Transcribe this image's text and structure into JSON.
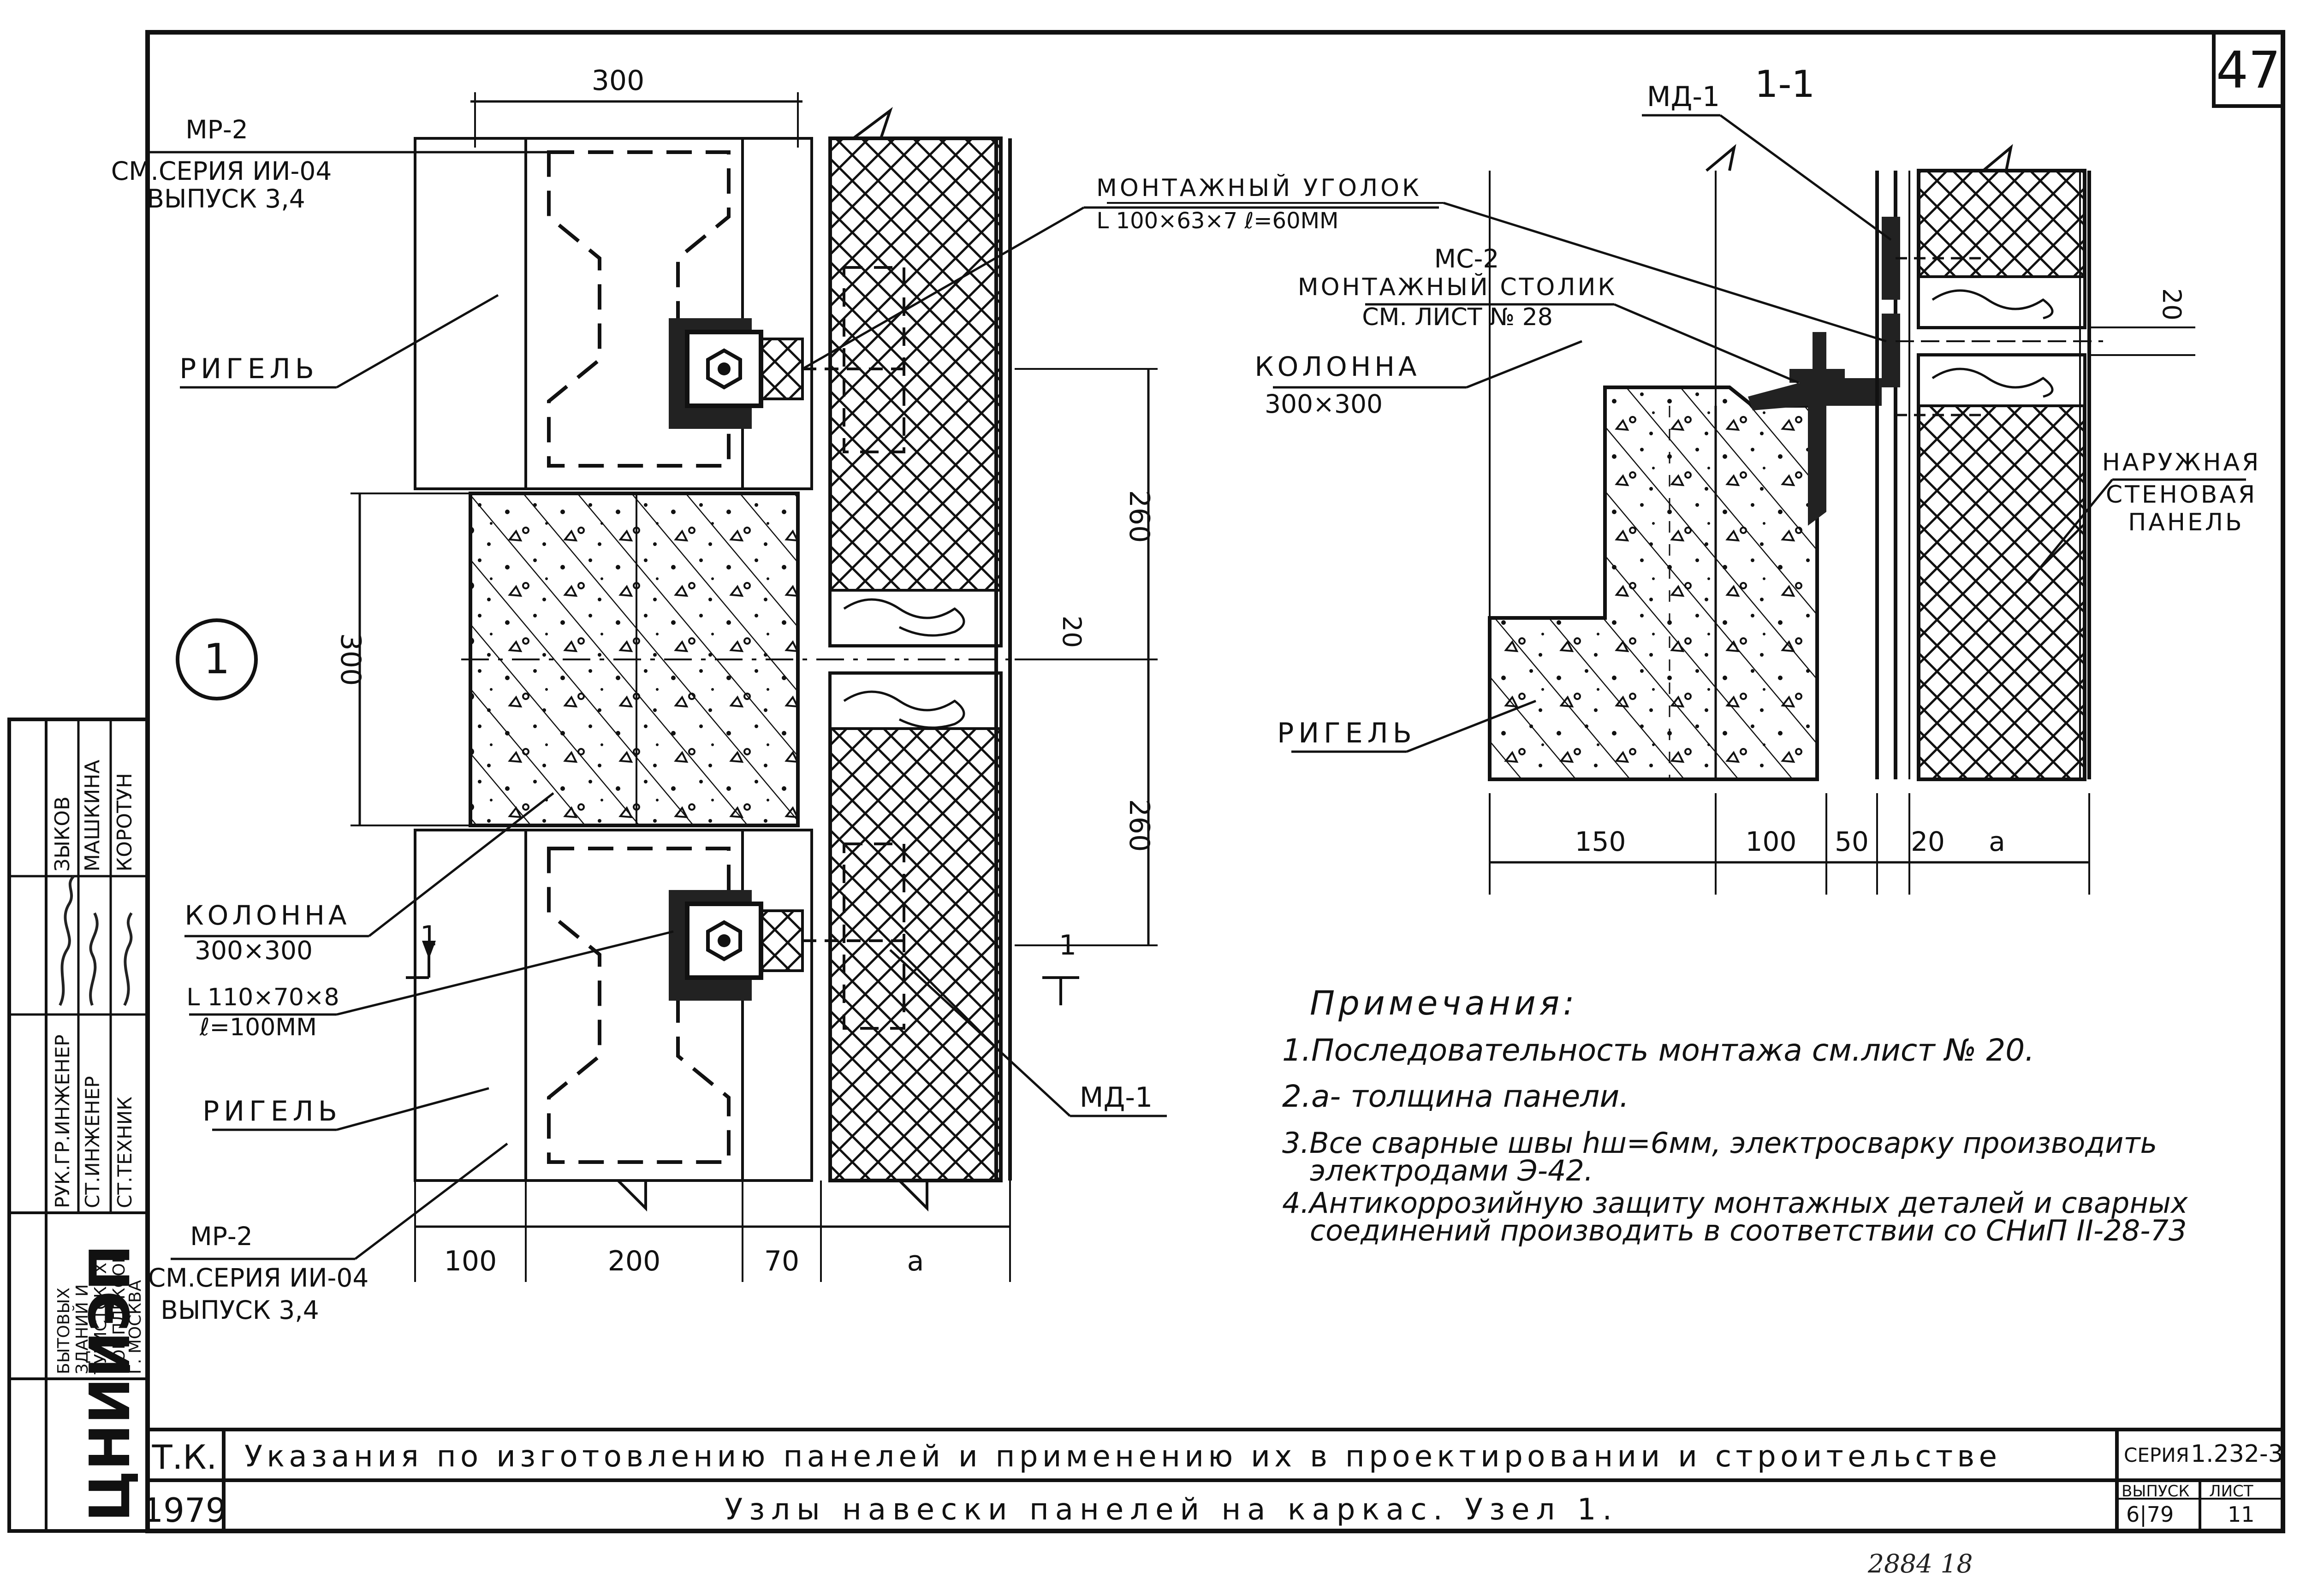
{
  "sheet": {
    "page_number": "47",
    "footer_ink": "2884  18"
  },
  "node_detail": {
    "label": "1",
    "dims": {
      "top_width": "300",
      "column_height": "300",
      "gap_upper": "260",
      "gap_lower": "260",
      "joint": "20",
      "bottom_100": "100",
      "bottom_200": "200",
      "bottom_70": "70",
      "bottom_a": "a"
    },
    "labels": {
      "mr2_top": [
        "МР-2",
        "СМ.СЕРИЯ ИИ-04",
        "ВЫПУСК 3,4"
      ],
      "rigel_top": "РИГЕЛЬ",
      "mount_angle": [
        "МОНТАЖНЫЙ УГОЛОК",
        "L 100×63×7  ℓ=60ММ"
      ],
      "column": [
        "КОЛОННА",
        "300×300"
      ],
      "angle_110": [
        "L 110×70×8",
        "ℓ=100ММ"
      ],
      "rigel_bottom": "РИГЕЛЬ",
      "mr2_bottom": [
        "МР-2",
        "СМ.СЕРИЯ ИИ-04",
        "ВЫПУСК 3,4"
      ],
      "md1": "МД-1",
      "section_mark": "1"
    }
  },
  "section_detail": {
    "title": "1-1",
    "dims": {
      "d150": "150",
      "d100": "100",
      "d50": "50",
      "d20": "20",
      "da": "a",
      "joint": "20"
    },
    "labels": {
      "md1": "МД-1",
      "mc2": [
        "МС-2",
        "МОНТАЖНЫЙ СТОЛИК",
        "СМ. ЛИСТ № 28"
      ],
      "column": [
        "КОЛОННА",
        "300×300"
      ],
      "rigel": "РИГЕЛЬ",
      "outer_panel": [
        "НАРУЖНАЯ",
        "СТЕНОВАЯ",
        "ПАНЕЛЬ"
      ]
    }
  },
  "notes": {
    "heading": "Примечания:",
    "items": [
      "1.Последовательность монтажа см.лист № 20.",
      "2.a- толщина панели.",
      "3.Все сварные швы hш=6мм, электросварку производить",
      "электродами Э-42.",
      "4.Антикоррозийную защиту монтажных деталей и сварных",
      "соединений производить в соответствии со СНиП II-28-73"
    ]
  },
  "side_stamp": {
    "roles": [
      "РУК.ГР.ИНЖЕНЕР",
      "СТ.ИНЖЕНЕР",
      "СТ.ТЕХНИК"
    ],
    "names": [
      "ЗЫКОВ",
      "МАШКИНА",
      "КОРОТУН"
    ],
    "org_lines": [
      "БЫТОВЫХ",
      "ЗДАНИЙ И",
      "ТУРИСТСКИХ",
      "КОМПЛЕКСОВ",
      "Г. МОСКВА"
    ],
    "logo": "ЦНИИЭП"
  },
  "title_block": {
    "tk": "Т.К.",
    "year": "1979",
    "title": "Указания по изготовлению панелей и применению их в проектировании и строительстве",
    "subtitle": "Узлы навески панелей на каркас. Узел 1.",
    "series_label": "СЕРИЯ",
    "series": "1.232-3",
    "issue_label": "ВЫПУСК",
    "issue": "6|79",
    "sheet_label": "ЛИСТ",
    "sheet": "11"
  }
}
